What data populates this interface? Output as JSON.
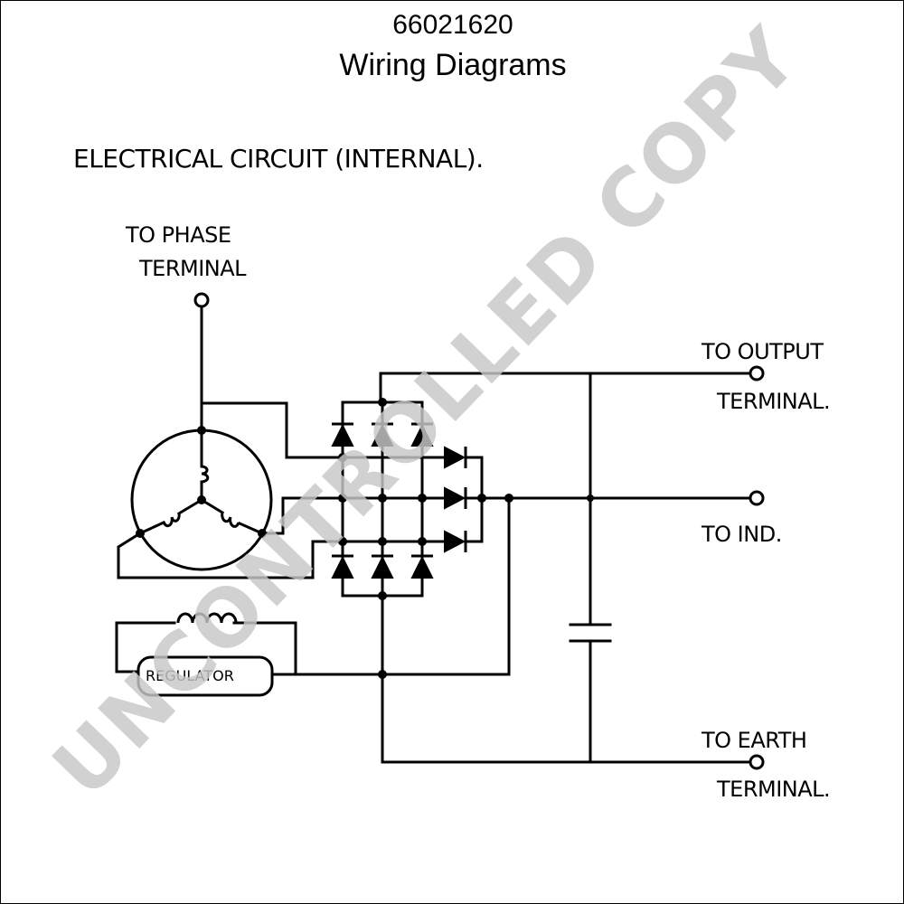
{
  "header": {
    "code": "66021620",
    "title": "Wiring Diagrams"
  },
  "diagram": {
    "heading": "ELECTRICAL CIRCUIT (INTERNAL).",
    "phase_terminal": [
      "TO PHASE",
      "TERMINAL"
    ],
    "output_terminal": [
      "TO OUTPUT",
      "TERMINAL."
    ],
    "ind_terminal": [
      "TO IND."
    ],
    "earth_terminal": [
      "TO EARTH",
      "TERMINAL."
    ],
    "regulator_label": "REGULATOR"
  },
  "watermark": "UNCONTROLLED COPY",
  "colors": {
    "line": "#000000",
    "watermark": "#c8c8c8",
    "background": "#ffffff"
  }
}
